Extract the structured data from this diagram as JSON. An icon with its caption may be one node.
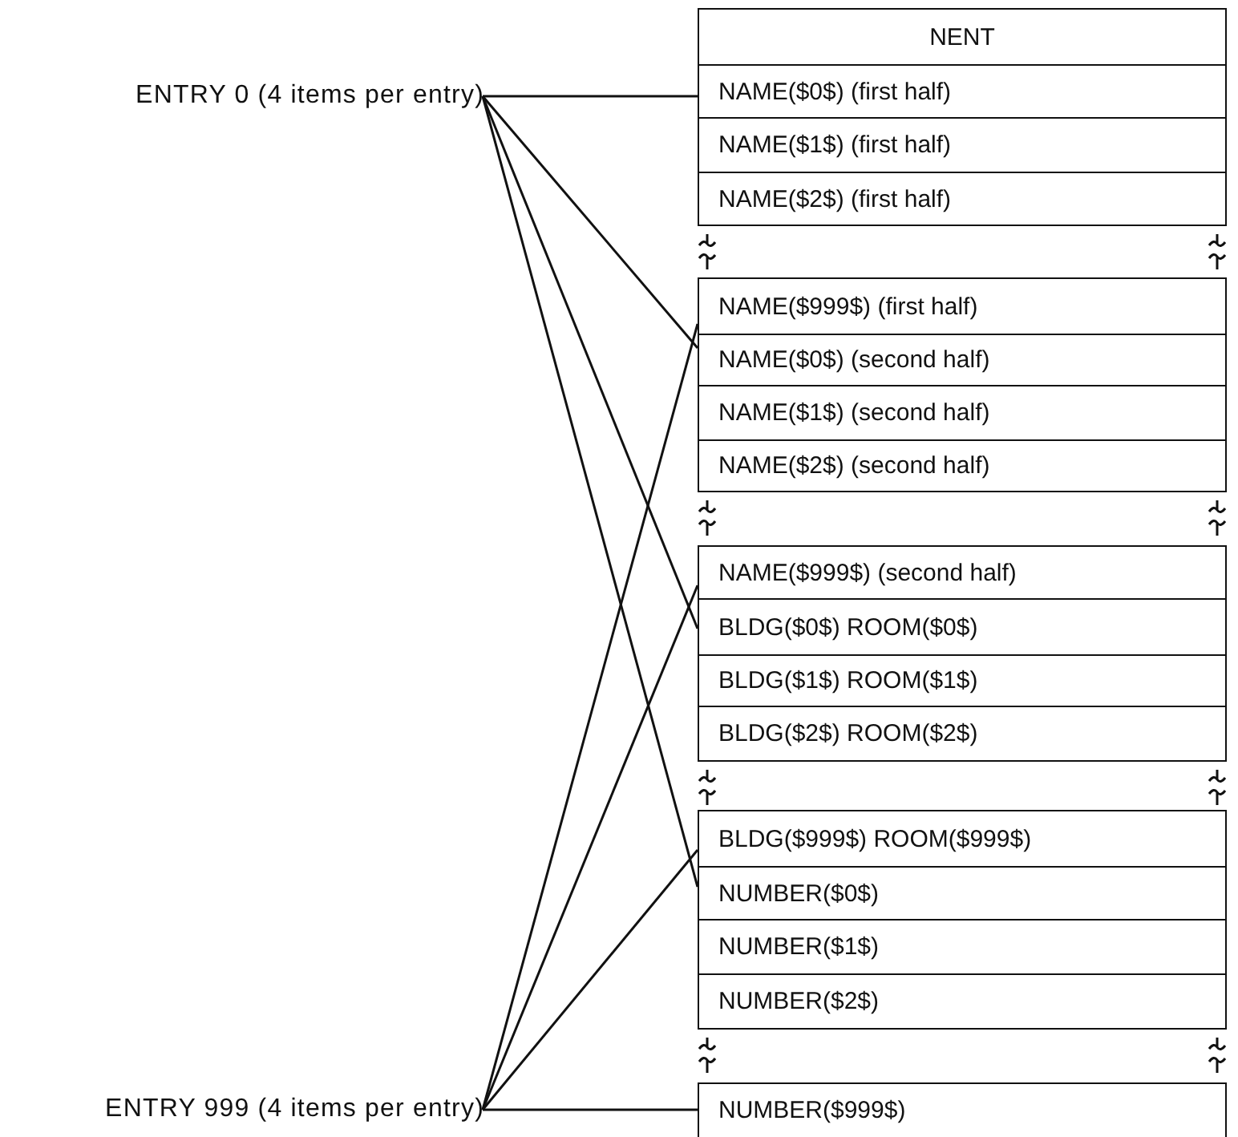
{
  "diagram": {
    "nodes": [
      {
        "text": [
          "ENTRY 0 (4 items per entry)"
        ]
      },
      {
        "text": [
          "NENT"
        ]
      },
      {
        "text": [
          "NAME($0$) (first half)"
        ]
      },
      {
        "text": [
          "NAME($1$) (first half)"
        ]
      },
      {
        "text": [
          "NAME($2$) (first half)"
        ]
      },
      {
        "text": [],
        "shape": "box"
      },
      {
        "text": [
          "NAME($999$) (first half)"
        ]
      },
      {
        "text": [
          "NAME($0$) (second half)"
        ]
      },
      {
        "text": [
          "NAME($1$) (second half)"
        ]
      },
      {
        "text": [
          "NAME($2$) (second half)"
        ]
      },
      {
        "text": [],
        "shape": "box"
      },
      {
        "text": [
          "NAME($999$) (second half)"
        ]
      },
      {
        "text": [
          "BLDG($0$) ROOM($0$)"
        ]
      },
      {
        "text": [
          "BLDG($1$) ROOM($1$)"
        ]
      },
      {
        "text": [
          "BLDG($2$) ROOM($2$)"
        ]
      },
      {
        "text": [],
        "shape": "box"
      },
      {
        "text": [
          "BLDG($999$) ROOM($999$)"
        ]
      },
      {
        "text": [
          "NUMBER($0$)"
        ]
      },
      {
        "text": [
          "NUMBER($1$)"
        ]
      },
      {
        "text": [
          "NUMBER($2$)"
        ]
      },
      {
        "text": [],
        "shape": "box"
      },
      {
        "text": [
          "NUMBER($999$)"
        ]
      },
      {
        "text": [
          "ENTRY 999 (4 items per entry)"
        ]
      }
    ],
    "edges": [
      {
        "from": 0,
        "to": 2,
        "arrow": "none"
      },
      {
        "from": 0,
        "to": 7,
        "arrow": "none"
      },
      {
        "from": 0,
        "to": 12,
        "arrow": "none"
      },
      {
        "from": 0,
        "to": 17,
        "arrow": "none"
      },
      {
        "from": 22,
        "to": 6,
        "arrow": "none"
      },
      {
        "from": 22,
        "to": 11,
        "arrow": "none"
      },
      {
        "from": 22,
        "to": 16,
        "arrow": "none"
      },
      {
        "from": 22,
        "to": 21,
        "arrow": "none"
      }
    ]
  }
}
